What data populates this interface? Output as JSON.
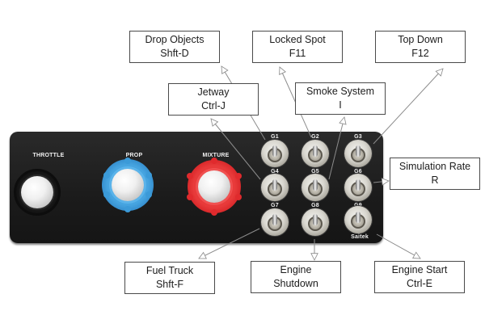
{
  "panel": {
    "brand": "Saitek",
    "knobs": [
      {
        "id": "throttle",
        "label": "THROTTLE",
        "color": "#111111"
      },
      {
        "id": "prop",
        "label": "PROP",
        "color": "#3b9ad8"
      },
      {
        "id": "mixture",
        "label": "MIXTURE",
        "color": "#d91f24"
      }
    ],
    "switches": [
      "G1",
      "G2",
      "G3",
      "G4",
      "G5",
      "G6",
      "G7",
      "G8",
      "G9"
    ]
  },
  "callouts": [
    {
      "id": "drop-objects",
      "title": "Drop Objects",
      "key": "Shft-D",
      "switch": "G1"
    },
    {
      "id": "locked-spot",
      "title": "Locked Spot",
      "key": "F11",
      "switch": "G2"
    },
    {
      "id": "top-down",
      "title": "Top Down",
      "key": "F12",
      "switch": "G3"
    },
    {
      "id": "jetway",
      "title": "Jetway",
      "key": "Ctrl-J",
      "switch": "G4"
    },
    {
      "id": "smoke-system",
      "title": "Smoke System",
      "key": "I",
      "switch": "G5"
    },
    {
      "id": "simulation-rate",
      "title": "Simulation Rate",
      "key": "R",
      "switch": "G6"
    },
    {
      "id": "fuel-truck",
      "title": "Fuel Truck",
      "key": "Shft-F",
      "switch": "G7"
    },
    {
      "id": "engine-shutdown",
      "title": "Engine",
      "key": "Shutdown",
      "switch": "G8"
    },
    {
      "id": "engine-start",
      "title": "Engine Start",
      "key": "Ctrl-E",
      "switch": "G9"
    }
  ],
  "colors": {
    "panel": "#1e1e1e",
    "arrow": "#8c8c8c",
    "callout_border": "#4a4a4a",
    "label_text": "#f2f2f2"
  }
}
